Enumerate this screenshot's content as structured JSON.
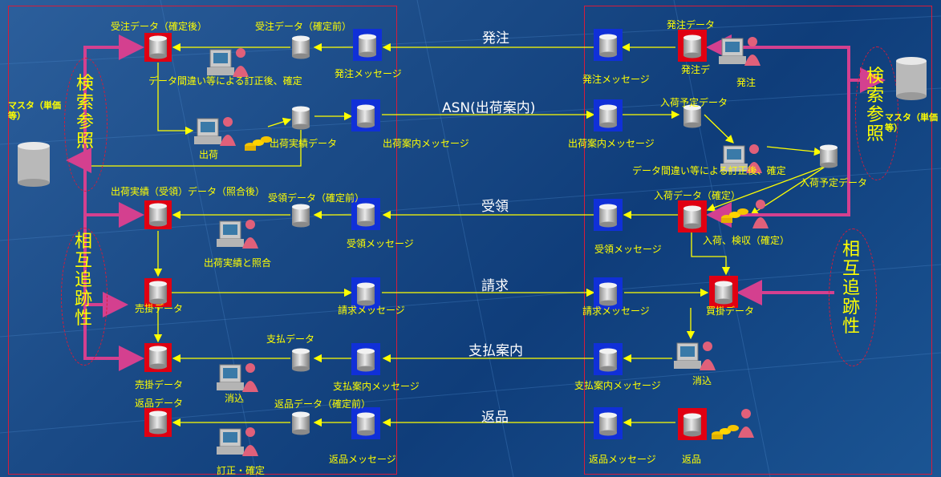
{
  "flows": {
    "order": "発注",
    "asn": "ASN(出荷案内)",
    "receipt": "受領",
    "invoice": "請求",
    "payment": "支払案内",
    "return": "返品"
  },
  "supplier": {
    "order_after": "受注データ（確定後）",
    "order_before": "受注データ（確定前）",
    "order_message": "発注メッセージ",
    "correction": "データ間違い等による訂正後、確定",
    "shipping": "出荷",
    "shipment_result": "出荷実績データ",
    "shipping_message": "出荷案内メッセージ",
    "result_matched": "出荷実績（受領）データ（照合後）",
    "receipt_before": "受領データ（確定前）",
    "receipt_message": "受領メッセージ",
    "match_result": "出荷実績と照合",
    "receivable": "売掛データ",
    "invoice_message": "請求メッセージ",
    "payment_data": "支払データ",
    "payment_message": "支払案内メッセージ",
    "receivable2": "売掛データ",
    "clear": "消込",
    "return_data": "返品データ",
    "return_before": "返品データ（確定前）",
    "return_message": "返品メッセージ",
    "fix_confirm": "訂正・確定"
  },
  "buyer": {
    "order_data": "発注データ",
    "order_message": "発注メッセージ",
    "order_data_partial": "発注デ",
    "order_action": "発注",
    "arrival_plan": "入荷予定データ",
    "shipping_message": "出荷案内メッセージ",
    "correction": "データ間違い等による訂正後、確定",
    "arrival_plan2": "入荷予定データ",
    "arrival_data": "入荷データ（確定）",
    "receipt_message": "受領メッセージ",
    "inspection": "入荷、検収（確定）",
    "invoice_message": "請求メッセージ",
    "payable": "買掛データ",
    "payment_message": "支払案内メッセージ",
    "clear": "消込",
    "return_message": "返品メッセージ",
    "return_action": "返品"
  },
  "side": {
    "search_ref": [
      "検",
      "索",
      "参",
      "照"
    ],
    "traceability": [
      "相",
      "互",
      "追",
      "跡",
      "性"
    ],
    "master_left": "マスタ（単価等）",
    "master_right": "マスタ（単価等）"
  },
  "colors": {
    "background": "#1a4a86",
    "label": "#ffff00",
    "flow_text": "#ffffff",
    "arrow": "#ffff00",
    "magenta": "#d4408f",
    "panel_border": "#d81b3a",
    "red_frame": "#e00012",
    "blue_frame": "#1030d8"
  }
}
